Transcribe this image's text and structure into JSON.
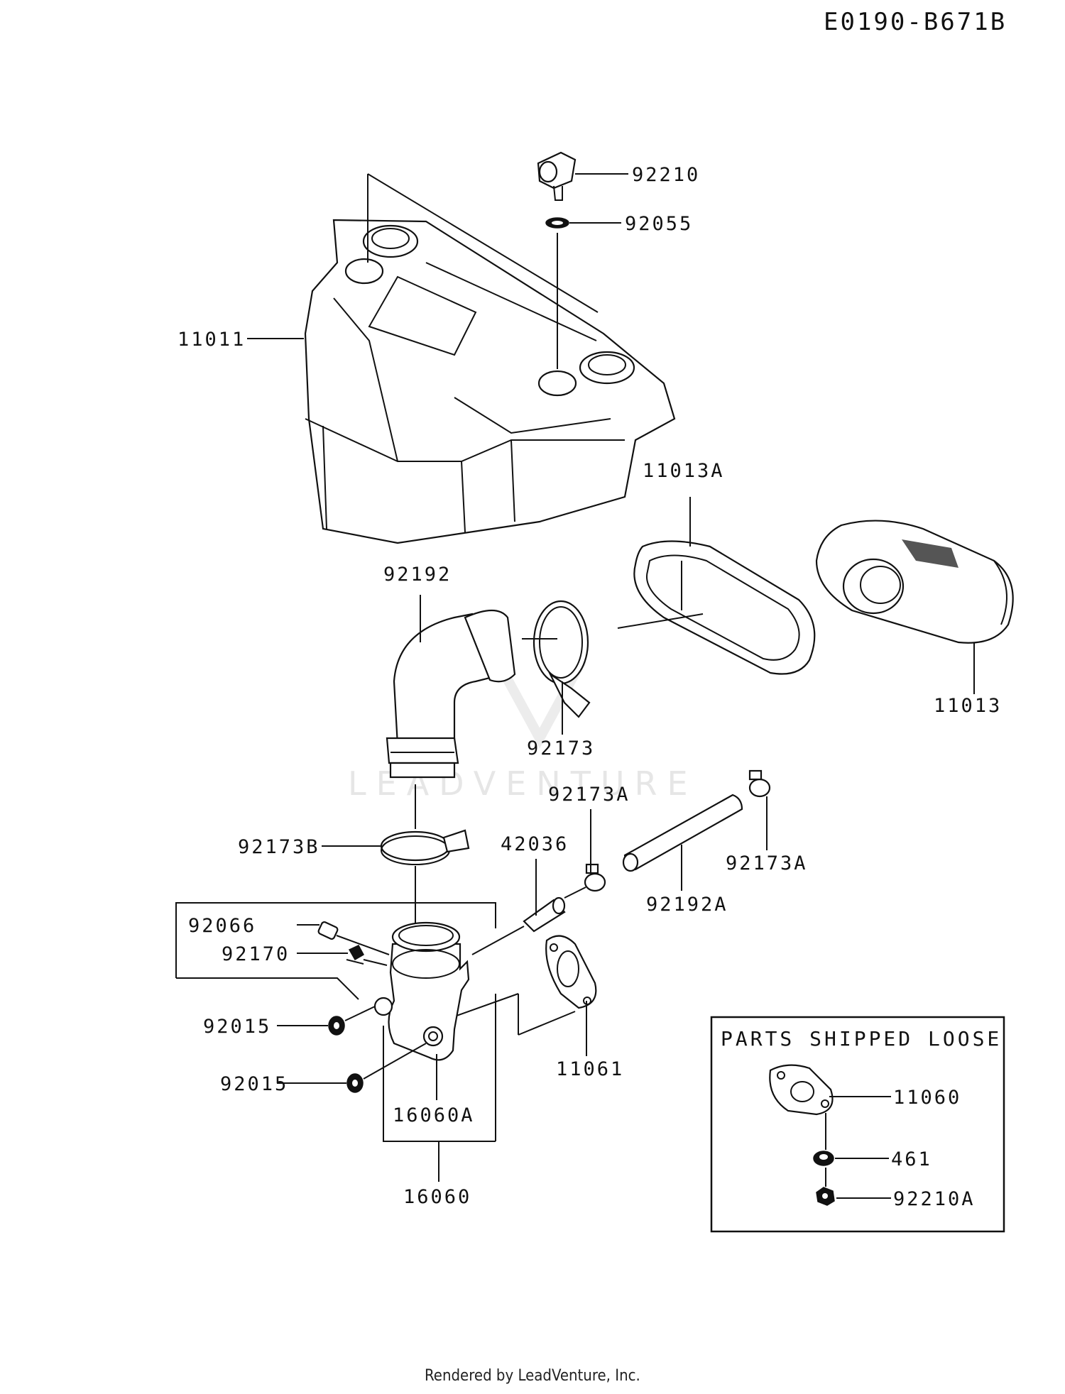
{
  "diagram_code": "E0190-B671B",
  "watermark": "LEADVENTURE",
  "footer": "Rendered by LeadVenture, Inc.",
  "loose_box": {
    "title": "PARTS SHIPPED LOOSE",
    "parts": [
      "11060",
      "461",
      "92210A"
    ]
  },
  "callouts": {
    "p92210": "92210",
    "p92055": "92055",
    "p11011": "11011",
    "p11013A": "11013A",
    "p92192": "92192",
    "p11013": "11013",
    "p92173": "92173",
    "p92173A_top": "92173A",
    "p92173A_right": "92173A",
    "p42036": "42036",
    "p92173B": "92173B",
    "p92192A": "92192A",
    "p92066": "92066",
    "p92170": "92170",
    "p92015_top": "92015",
    "p92015_bottom": "92015",
    "p11061": "11061",
    "p16060A": "16060A",
    "p16060": "16060"
  }
}
